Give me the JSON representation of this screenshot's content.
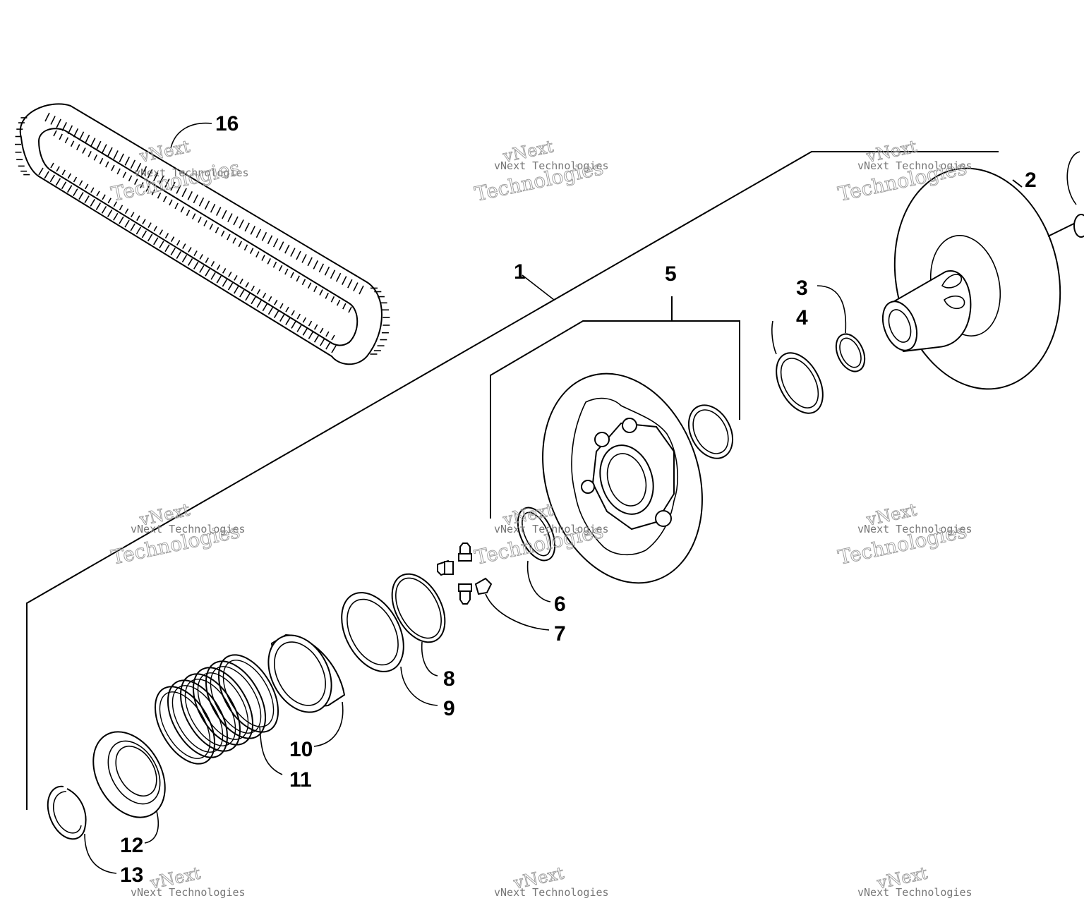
{
  "callouts": {
    "c1": "1",
    "c2": "2",
    "c3": "3",
    "c4": "4",
    "c5": "5",
    "c6": "6",
    "c7": "7",
    "c8": "8",
    "c9": "9",
    "c10": "10",
    "c11": "11",
    "c12": "12",
    "c13": "13",
    "c16": "16"
  },
  "watermark": {
    "line1": "vNext",
    "line2": "vNext Technologies",
    "line3": "Technologies"
  }
}
